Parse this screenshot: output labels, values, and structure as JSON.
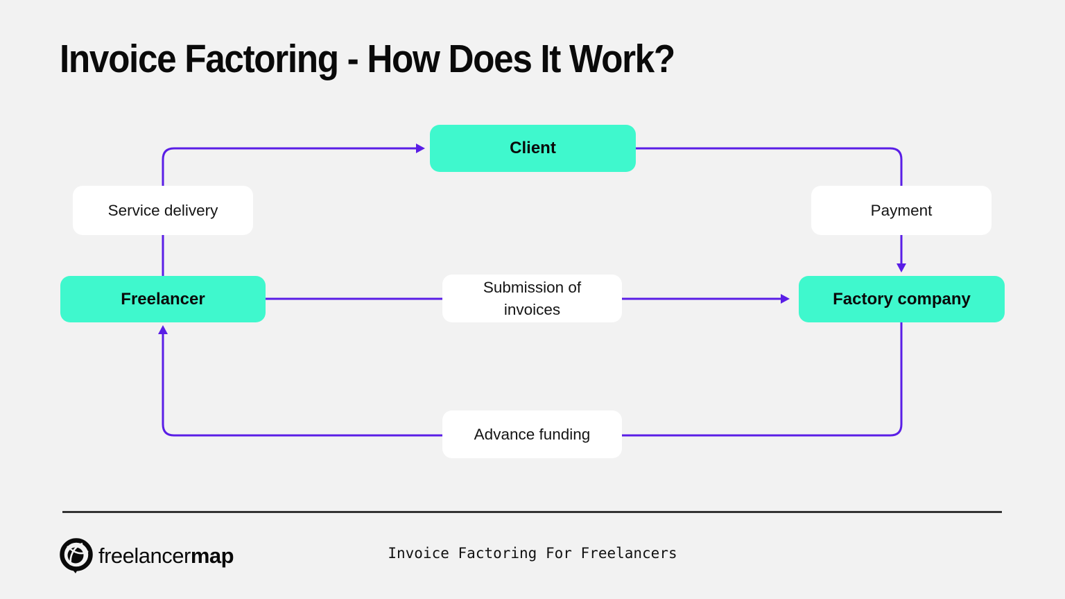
{
  "theme": {
    "background": "#f2f2f2",
    "accent": "#3ff8cd",
    "arrow": "#5a1ee6",
    "label_bg": "#ffffff",
    "divider": "#333333"
  },
  "title": "Invoice Factoring - How Does It Work?",
  "diagram": {
    "type": "flowchart",
    "nodes": [
      {
        "id": "client",
        "label": "Client"
      },
      {
        "id": "freelancer",
        "label": "Freelancer"
      },
      {
        "id": "factory-company",
        "label": "Factory company"
      }
    ],
    "edges": [
      {
        "from": "freelancer",
        "to": "client",
        "label": "Service delivery"
      },
      {
        "from": "client",
        "to": "factory-company",
        "label": "Payment"
      },
      {
        "from": "freelancer",
        "to": "factory-company",
        "label": "Submission of invoices"
      },
      {
        "from": "factory-company",
        "to": "freelancer",
        "label": "Advance funding"
      }
    ]
  },
  "footer": {
    "logo": {
      "icon": "freelancermap-logo-icon",
      "brand_regular": "freelancer",
      "brand_bold": "map"
    },
    "caption": "Invoice Factoring For Freelancers"
  }
}
